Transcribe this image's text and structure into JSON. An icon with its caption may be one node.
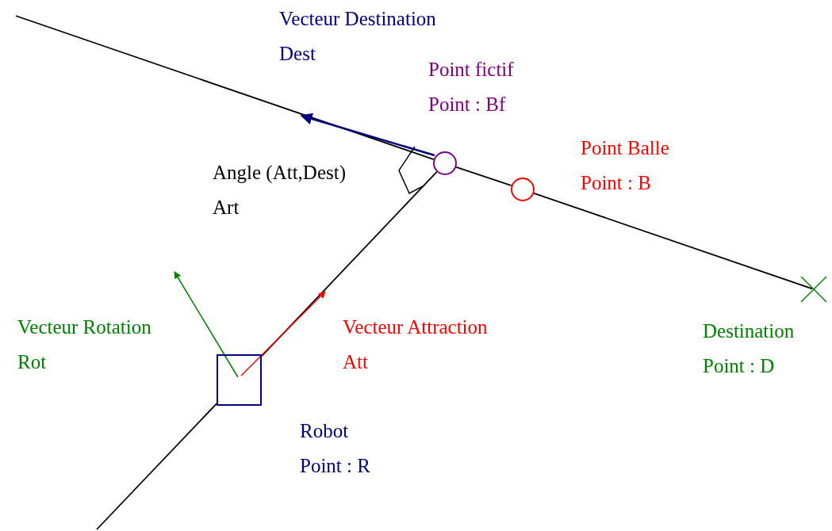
{
  "diagram": {
    "nodes": [
      {
        "text": [],
        "shape": "box",
        "beside": [
          "Robot",
          "Point : R"
        ]
      },
      {
        "text": [],
        "shape": "circle",
        "beside": [
          "Point fictif",
          "Point : Bf"
        ]
      },
      {
        "text": [],
        "shape": "circle",
        "beside": [
          "Point Balle",
          "Point : B"
        ]
      },
      {
        "text": [],
        "shape": "cross",
        "beside": [
          "Destination",
          "Point : D"
        ]
      }
    ],
    "edges": [
      {
        "from": null,
        "to": 1,
        "arrow": "none"
      },
      {
        "from": 1,
        "to": 2,
        "arrow": "none"
      },
      {
        "from": 2,
        "to": 3,
        "arrow": "none"
      },
      {
        "from": null,
        "to": 0,
        "arrow": "none"
      },
      {
        "from": 0,
        "to": 1,
        "arrow": "none"
      }
    ],
    "labels": [
      "Vecteur Destination",
      "Dest",
      "Angle (Att,Dest)",
      "Art",
      "Vecteur Rotation",
      "Rot",
      "Vecteur Attraction",
      "Att"
    ]
  }
}
